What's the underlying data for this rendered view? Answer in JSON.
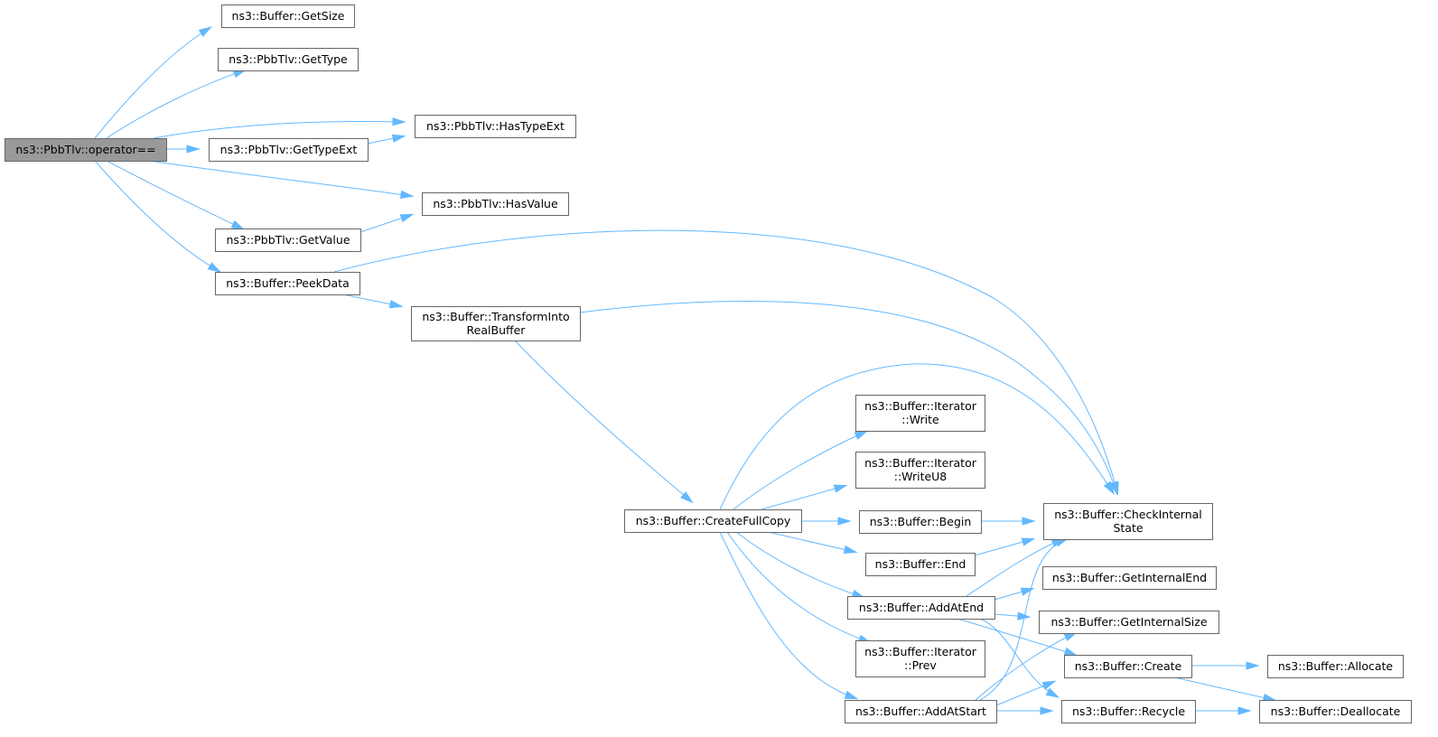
{
  "graph": {
    "edge_color": "#63b8ff",
    "root_fill": "#999999",
    "node_border": "#666666",
    "nodes": {
      "root": [
        "ns3::PbbTlv::operator=="
      ],
      "getsize": [
        "ns3::Buffer::GetSize"
      ],
      "gettype": [
        "ns3::PbbTlv::GetType"
      ],
      "hastypeext": [
        "ns3::PbbTlv::HasTypeExt"
      ],
      "gettypeext": [
        "ns3::PbbTlv::GetTypeExt"
      ],
      "hasvalue": [
        "ns3::PbbTlv::HasValue"
      ],
      "getvalue": [
        "ns3::PbbTlv::GetValue"
      ],
      "peekdata": [
        "ns3::Buffer::PeekData"
      ],
      "transform": [
        "ns3::Buffer::TransformInto",
        "RealBuffer"
      ],
      "createfullcopy": [
        "ns3::Buffer::CreateFullCopy"
      ],
      "itwrite": [
        "ns3::Buffer::Iterator",
        "::Write"
      ],
      "itwriteu8": [
        "ns3::Buffer::Iterator",
        "::WriteU8"
      ],
      "begin": [
        "ns3::Buffer::Begin"
      ],
      "end": [
        "ns3::Buffer::End"
      ],
      "addatend": [
        "ns3::Buffer::AddAtEnd"
      ],
      "itprev": [
        "ns3::Buffer::Iterator",
        "::Prev"
      ],
      "addatstart": [
        "ns3::Buffer::AddAtStart"
      ],
      "checkinternal": [
        "ns3::Buffer::CheckInternal",
        "State"
      ],
      "getinternalend": [
        "ns3::Buffer::GetInternalEnd"
      ],
      "getinternalsize": [
        "ns3::Buffer::GetInternalSize"
      ],
      "create": [
        "ns3::Buffer::Create"
      ],
      "recycle": [
        "ns3::Buffer::Recycle"
      ],
      "allocate": [
        "ns3::Buffer::Allocate"
      ],
      "deallocate": [
        "ns3::Buffer::Deallocate"
      ]
    },
    "edges": [
      [
        "root",
        "getsize"
      ],
      [
        "root",
        "gettype"
      ],
      [
        "root",
        "hastypeext"
      ],
      [
        "root",
        "gettypeext"
      ],
      [
        "root",
        "hasvalue"
      ],
      [
        "root",
        "getvalue"
      ],
      [
        "root",
        "peekdata"
      ],
      [
        "gettypeext",
        "hastypeext"
      ],
      [
        "getvalue",
        "hasvalue"
      ],
      [
        "peekdata",
        "checkinternal"
      ],
      [
        "peekdata",
        "transform"
      ],
      [
        "transform",
        "checkinternal"
      ],
      [
        "transform",
        "createfullcopy"
      ],
      [
        "createfullcopy",
        "checkinternal"
      ],
      [
        "createfullcopy",
        "itwrite"
      ],
      [
        "createfullcopy",
        "itwriteu8"
      ],
      [
        "createfullcopy",
        "begin"
      ],
      [
        "createfullcopy",
        "end"
      ],
      [
        "createfullcopy",
        "addatend"
      ],
      [
        "createfullcopy",
        "itprev"
      ],
      [
        "createfullcopy",
        "addatstart"
      ],
      [
        "begin",
        "checkinternal"
      ],
      [
        "end",
        "checkinternal"
      ],
      [
        "addatend",
        "checkinternal"
      ],
      [
        "addatend",
        "getinternalend"
      ],
      [
        "addatend",
        "getinternalsize"
      ],
      [
        "addatend",
        "create"
      ],
      [
        "addatend",
        "recycle"
      ],
      [
        "addatstart",
        "checkinternal"
      ],
      [
        "addatstart",
        "getinternalsize"
      ],
      [
        "addatstart",
        "create"
      ],
      [
        "addatstart",
        "recycle"
      ],
      [
        "create",
        "allocate"
      ],
      [
        "create",
        "deallocate"
      ],
      [
        "recycle",
        "deallocate"
      ]
    ]
  }
}
